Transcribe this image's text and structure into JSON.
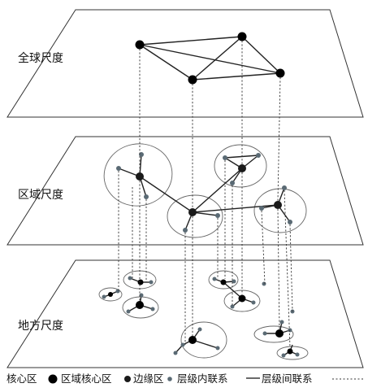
{
  "scales": {
    "global": "全球尺度",
    "regional": "区域尺度",
    "local": "地方尺度"
  },
  "legend": {
    "core": "核心区",
    "regional_core": "区域核心区",
    "peripheral": "边缘区",
    "intra_link": "层级内联系",
    "inter_link": "层级间联系"
  },
  "colors": {
    "core": "#000000",
    "regional_core": "#1a1a1a",
    "peripheral": "#5a6a74",
    "plane_stroke": "#333333",
    "cluster_ring": "#666666"
  }
}
